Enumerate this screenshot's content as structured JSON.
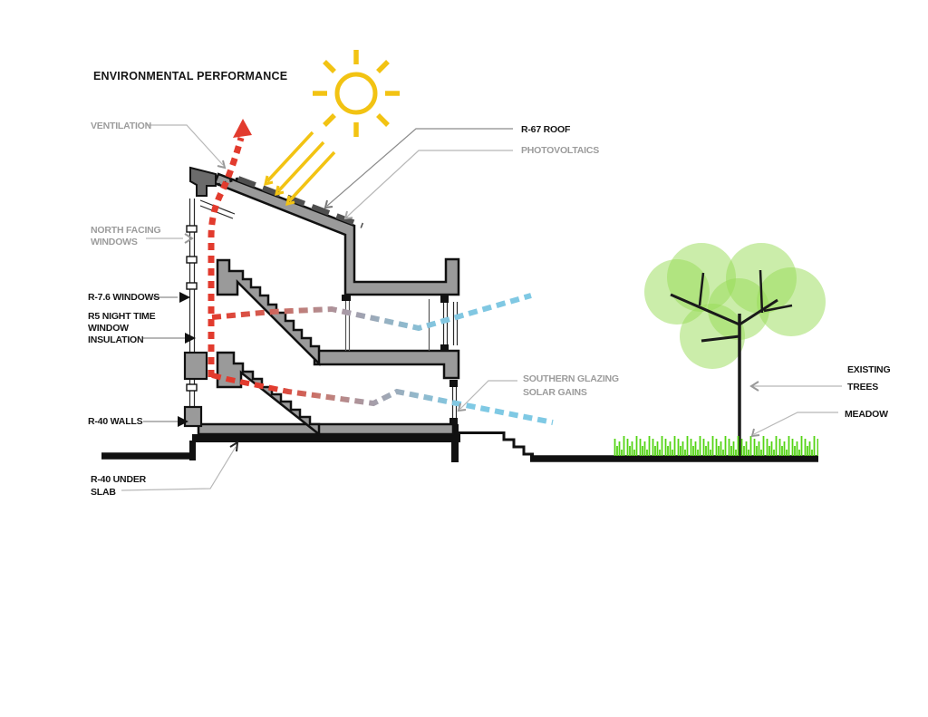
{
  "title": "ENVIRONMENTAL PERFORMANCE",
  "diagram_type": "building section environmental performance diagram",
  "labels": {
    "ventilation": {
      "text": "VENTILATION"
    },
    "north_facing_windows": {
      "lines": [
        "NORTH FACING",
        "WINDOWS"
      ]
    },
    "r76_windows": {
      "text": "R-7.6 WINDOWS"
    },
    "r5_night_insulation": {
      "lines": [
        "R5 NIGHT TIME",
        "WINDOW",
        "INSULATION"
      ]
    },
    "r40_walls": {
      "text": "R-40 WALLS"
    },
    "r40_under_slab": {
      "lines": [
        "R-40 UNDER",
        "SLAB"
      ]
    },
    "r67_roof": {
      "text": "R-67 ROOF"
    },
    "photovoltaics": {
      "text": "PHOTOVOLTAICS"
    },
    "southern_glazing": {
      "lines": [
        "SOUTHERN GLAZING",
        "SOLAR GAINS"
      ]
    },
    "existing_trees": {
      "lines": [
        "EXISTING",
        "TREES"
      ]
    },
    "meadow": {
      "text": "MEADOW"
    }
  },
  "colors": {
    "sun_yellow": "#F2C313",
    "vent_red": "#E23B2E",
    "gain_blue": "#7FC9E4",
    "gain_rose": "#C57A72",
    "gain_mauve": "#A89AA4",
    "building_gray": "#9A9A9A",
    "chimney_gray": "#6B6B6B",
    "pv_dark_gray": "#4F4F4F",
    "outline_black": "#111111",
    "canopy_green": "#98DC55",
    "grass_green": "#54D414",
    "leader_gray": "#B8B8B8",
    "leader_dark": "#8C8C8C",
    "label_gray": "#9C9C9C",
    "label_black": "#161616"
  }
}
